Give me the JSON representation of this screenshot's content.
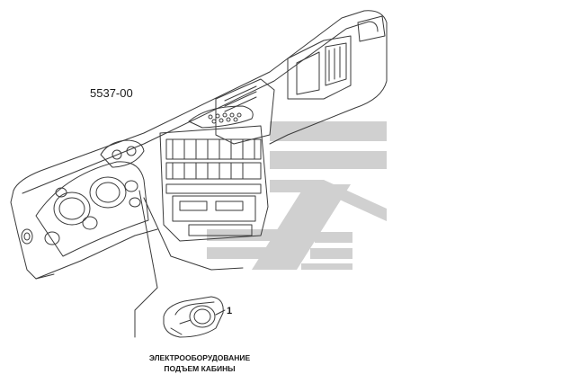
{
  "diagram": {
    "model_code": "5537-00",
    "callout_number": "1",
    "caption_lines": [
      "ЭЛЕКТРООБОРУДОВАНИЕ",
      "ПОДЪЕМ КАБИНЫ"
    ]
  },
  "colors": {
    "line": "#3a3a3a",
    "watermark": "#d0d0d0"
  },
  "icons": [
    "watermark-logo",
    "rocker-switch"
  ]
}
